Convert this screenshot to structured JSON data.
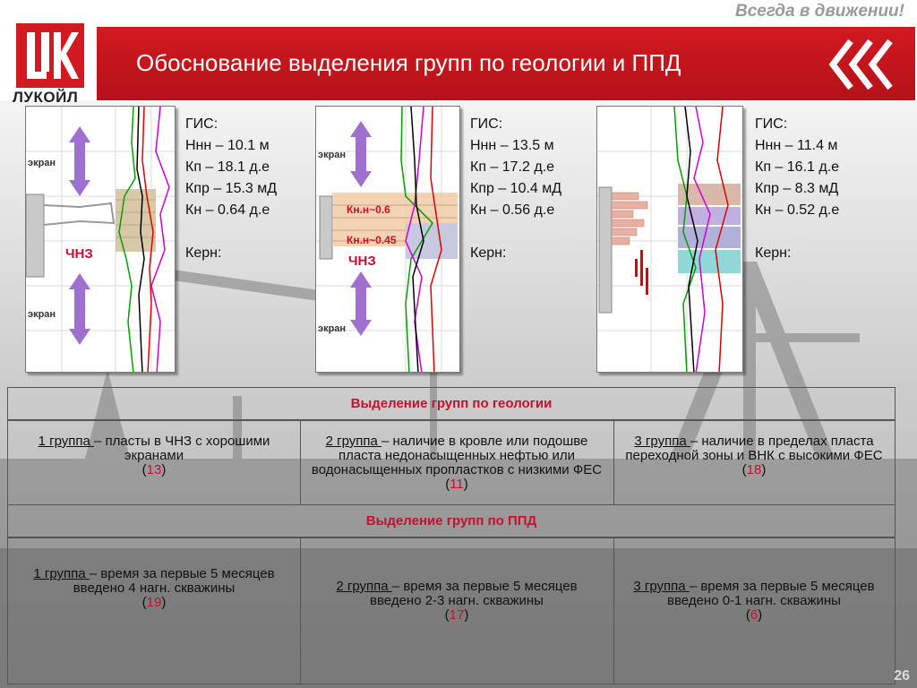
{
  "header": {
    "slogan": "Всегда в движении!",
    "title": "Обоснование выделения групп по геологии и ППД",
    "logo_text": "ЛУКОЙЛ"
  },
  "logs": [
    {
      "screen_top": "экран",
      "screen_bottom": "экран",
      "zone": "ЧНЗ",
      "gis_title": "ГИС:",
      "gis_lines": [
        "Ннн – 10.1 м",
        "Кп – 18.1 д.е",
        "Кпр – 15.3 мД",
        "Кн – 0.64 д.е"
      ],
      "kern": "Керн:"
    },
    {
      "screen_top": "экран",
      "screen_bottom": "экран",
      "zone": "ЧНЗ",
      "kn_1": "Кн.н~0.6",
      "kn_2": "Кн.н~0.45",
      "gis_title": "ГИС:",
      "gis_lines": [
        "Ннн – 13.5 м",
        "Кп – 17.2 д.е",
        "Кпр – 10.4 мД",
        "Кн – 0.56 д.е"
      ],
      "kern": "Керн:"
    },
    {
      "gis_title": "ГИС:",
      "gis_lines": [
        "Ннн – 11.4 м",
        "Кп – 16.1 д.е",
        "Кпр – 8.3 мД",
        "Кн – 0.52 д.е"
      ],
      "kern": "Керн:"
    }
  ],
  "table": {
    "geo_header": "Выделение групп по геологии",
    "geo_groups": [
      {
        "group": "1 группа ",
        "text": "– пласты в ЧНЗ с хорошими экранами",
        "open": "(",
        "count": "13",
        "close": ")"
      },
      {
        "group": "2 группа ",
        "text": "– наличие в кровле или подошве пласта недонасыщенных нефтью или водонасыщенных пропластков с низкими ФЕС",
        "open": " (",
        "count": "11",
        "close": ")"
      },
      {
        "group": "3 группа ",
        "text": "– наличие в пределах пласта переходной зоны и ВНК с высокими ФЕС",
        "open": "(",
        "count": "18",
        "close": ")"
      }
    ],
    "ppd_header": "Выделение групп по ППД",
    "ppd_groups": [
      {
        "group": "1 группа ",
        "text": "– время за первые 5 месяцев введено 4 нагн. скважины",
        "open": "(",
        "count": "19",
        "close": ")"
      },
      {
        "group": "2 группа ",
        "text": "– время за первые 5 месяцев введено 2-3 нагн. скважины",
        "open": "(",
        "count": "17",
        "close": ")"
      },
      {
        "group": "3 группа ",
        "text": "– время за первые 5 месяцев введено 0-1 нагн. скважины",
        "open": "(",
        "count": "6",
        "close": ")"
      }
    ]
  },
  "page_number": "26",
  "colors": {
    "brand_red": "#c8102e",
    "header_red": "#c4161c"
  }
}
